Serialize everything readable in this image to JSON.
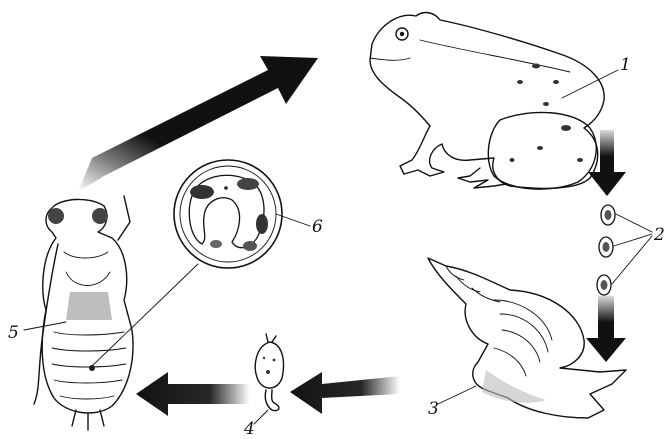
{
  "labels": {
    "frog": "1",
    "eggs": "2",
    "snail": "3",
    "cercaria": "4",
    "larva": "5",
    "cyst": "6"
  },
  "colors": {
    "ink": "#111111",
    "paper": "#ffffff"
  }
}
